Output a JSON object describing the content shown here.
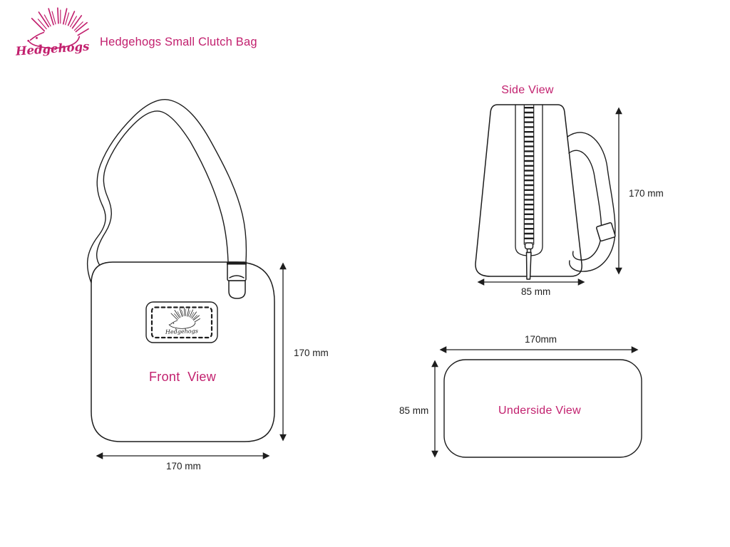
{
  "brand": {
    "wordmark": "Hedgehogs",
    "title": "Hedgehogs Small Clutch Bag"
  },
  "views": {
    "front": {
      "label": "Front  View",
      "patch_text": "Hedgehogs",
      "height_dim": "170 mm",
      "width_dim": "170 mm"
    },
    "side": {
      "label": "Side View",
      "height_dim": "170 mm",
      "width_dim": "85 mm"
    },
    "underside": {
      "label": "Underside View",
      "width_dim": "170mm",
      "height_dim": "85 mm"
    }
  },
  "icons": {
    "logo": "hedgehog-logo-icon",
    "patch": "hedgehog-patch-icon",
    "arrows": "dimension-arrow-icon"
  },
  "colors": {
    "accent": "#C2206E",
    "line": "#1d1d1d"
  }
}
